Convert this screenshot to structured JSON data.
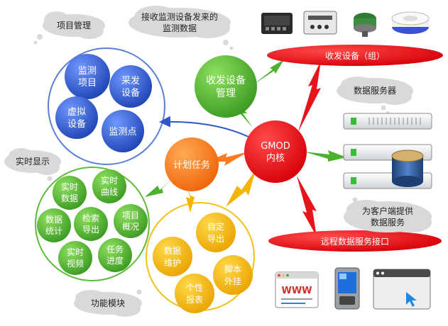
{
  "callouts": {
    "project_mgmt": "项目管理",
    "receive_data": [
      "接收监测设备发来的",
      "监测数据"
    ],
    "realtime": "实时显示",
    "data_server": "数据服务器",
    "client_service": [
      "为客户端提供",
      "数据服务"
    ],
    "function_module": "功能模块"
  },
  "ribbons": {
    "transceiver_group": "收发设备（组）",
    "remote_interface": "远程数据服务接口"
  },
  "hubs": {
    "core": [
      "GMOD",
      "内核"
    ],
    "transceiver_mgmt": [
      "收发设备",
      "管理"
    ],
    "plan_task": "计划任务"
  },
  "project_items": [
    [
      "监测",
      "项目"
    ],
    [
      "采发",
      "设备"
    ],
    [
      "虚拟",
      "设备"
    ],
    [
      "监测点"
    ]
  ],
  "realtime_items": [
    [
      "实时",
      "数据"
    ],
    [
      "实时",
      "曲线"
    ],
    [
      "数据",
      "统计"
    ],
    [
      "检索",
      "导出"
    ],
    [
      "项目",
      "概况"
    ],
    [
      "实时",
      "视频"
    ],
    [
      "任务",
      "进度"
    ]
  ],
  "function_items": [
    [
      "自定",
      "导出"
    ],
    [
      "数据",
      "维护"
    ],
    [
      "脚本",
      "外挂"
    ],
    [
      "个性",
      "报表"
    ]
  ],
  "clients": {
    "web_text": "WWW"
  },
  "colors": {
    "blue": "#2e58c8",
    "green": "#4bb22e",
    "orange": "#ff7a1e",
    "gold": "#f5b400",
    "red": "#e8141b",
    "cloud": "#d9d9d9"
  }
}
